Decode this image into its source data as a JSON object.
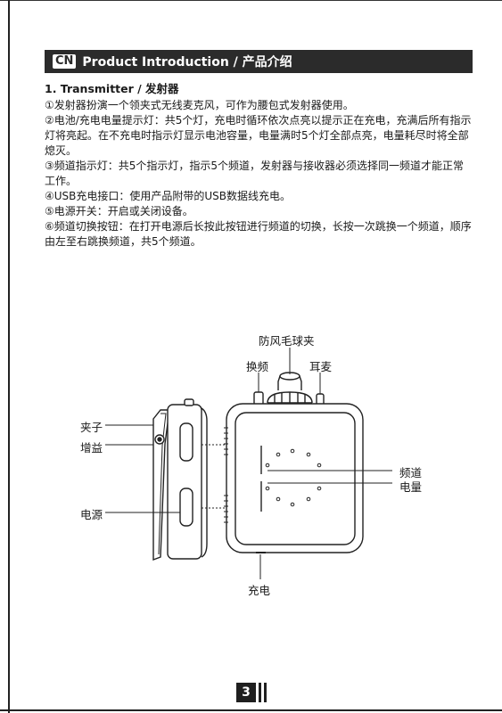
{
  "header": {
    "badge": "CN",
    "title": "Product Introduction / 产品介绍"
  },
  "transmitter": {
    "heading": "1. Transmitter / 发射器",
    "items": [
      "①发射器扮演一个领夹式无线麦克风，可作为腰包式发射器使用。",
      "②电池/充电电量提示灯：共5个灯，充电时循环依次点亮以提示正在充电，充满后所有指示灯将亮起。在不充电时指示灯显示电池容量，电量满时5个灯全部点亮，电量耗尽时将全部熄灭。",
      "③频道指示灯：共5个指示灯，指示5个频道，发射器与接收器必须选择同一频道才能正常工作。",
      "④USB充电接口：使用产品附带的USB数据线充电。",
      "⑤电源开关：开启或关闭设备。",
      "⑥频道切换按钮：在打开电源后长按此按钮进行频道的切换，长按一次跳换一个频道，顺序由左至右跳换频道，共5个频道。"
    ]
  },
  "diagram": {
    "windscreen": "防风毛球夹",
    "switch": "换频",
    "earphone": "耳麦",
    "clip": "夹子",
    "gain": "增益",
    "power": "电源",
    "channel": "频道",
    "battery": "电量",
    "charge": "充电"
  },
  "page": {
    "number": "3"
  }
}
